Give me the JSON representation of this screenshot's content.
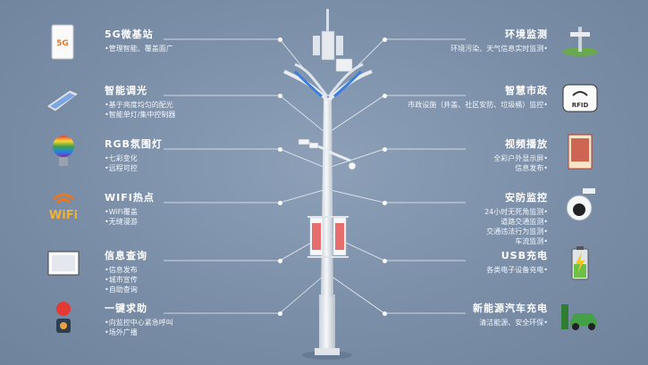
{
  "left": [
    {
      "id": "5g",
      "icon": "5g-base-station-icon",
      "title": "5G微基站",
      "bullets": [
        "•管理智能、覆盖面广"
      ],
      "icon_text": "5G"
    },
    {
      "id": "dimming",
      "icon": "street-light-head-icon",
      "title": "智能调光",
      "bullets": [
        "•基于亮度均匀的配光",
        "•智能单灯/集中控制器"
      ]
    },
    {
      "id": "rgb",
      "icon": "rgb-bulb-icon",
      "title": "RGB氛围灯",
      "bullets": [
        "•七彩变化",
        "•远程可控"
      ]
    },
    {
      "id": "wifi",
      "icon": "wifi-hotspot-icon",
      "title": "WIFI热点",
      "bullets": [
        "•WiFi覆盖",
        "•无缝漫游"
      ],
      "icon_text": "WiFi"
    },
    {
      "id": "info",
      "icon": "info-screen-icon",
      "title": "信息查询",
      "bullets": [
        "•信息发布",
        "•城市宣传",
        "•自助查询"
      ]
    },
    {
      "id": "sos",
      "icon": "sos-button-icon",
      "title": "一键求助",
      "bullets": [
        "•向监控中心紧急呼叫",
        "•场外广播"
      ]
    }
  ],
  "right": [
    {
      "id": "env",
      "icon": "environment-monitor-icon",
      "title": "环境监测",
      "bullets": [
        "环境污染、天气信息实时监测•"
      ]
    },
    {
      "id": "municipal",
      "icon": "rfid-tag-icon",
      "title": "智慧市政",
      "bullets": [
        "市政设施（井盖、社区安防、垃圾桶）监控•"
      ],
      "icon_text": "RFID"
    },
    {
      "id": "video",
      "icon": "outdoor-display-icon",
      "title": "视频播放",
      "bullets": [
        "全彩户外显示屏•",
        "信息发布•"
      ]
    },
    {
      "id": "security",
      "icon": "dome-camera-icon",
      "title": "安防监控",
      "bullets": [
        "24小时无死角监测•",
        "道路交通监测•",
        "交通违法行为监测•",
        "车流监测•"
      ]
    },
    {
      "id": "usb",
      "icon": "battery-charge-icon",
      "title": "USB充电",
      "bullets": [
        "各类电子设备充电•"
      ]
    },
    {
      "id": "ev",
      "icon": "ev-charging-icon",
      "title": "新能源汽车充电",
      "bullets": [
        "清洁能源、安全环保•"
      ]
    }
  ],
  "colors": {
    "background": "#7a8ea8",
    "text": "#ffffff",
    "pole": "#e8ecf0"
  }
}
